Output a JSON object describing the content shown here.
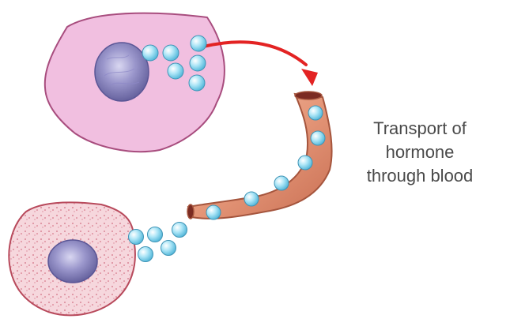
{
  "caption": {
    "line1": "Transport of",
    "line2": "hormone",
    "line3": "through blood"
  },
  "colors": {
    "secreting_cell_fill": "#f1bfe0",
    "secreting_cell_outline": "#a84d7e",
    "target_cell_fill": "#f6d7dd",
    "target_cell_outline": "#b84a5c",
    "nucleus_fill": "#7d78b8",
    "hormone_fill": "#8fd9f0",
    "blood_vessel_fill": "#e7a58c",
    "blood_vessel_outline": "#a5553d",
    "arrow_color": "#e32323"
  },
  "icons": {
    "arrow": "curved-red-arrow",
    "hormone": "blue-circle"
  }
}
